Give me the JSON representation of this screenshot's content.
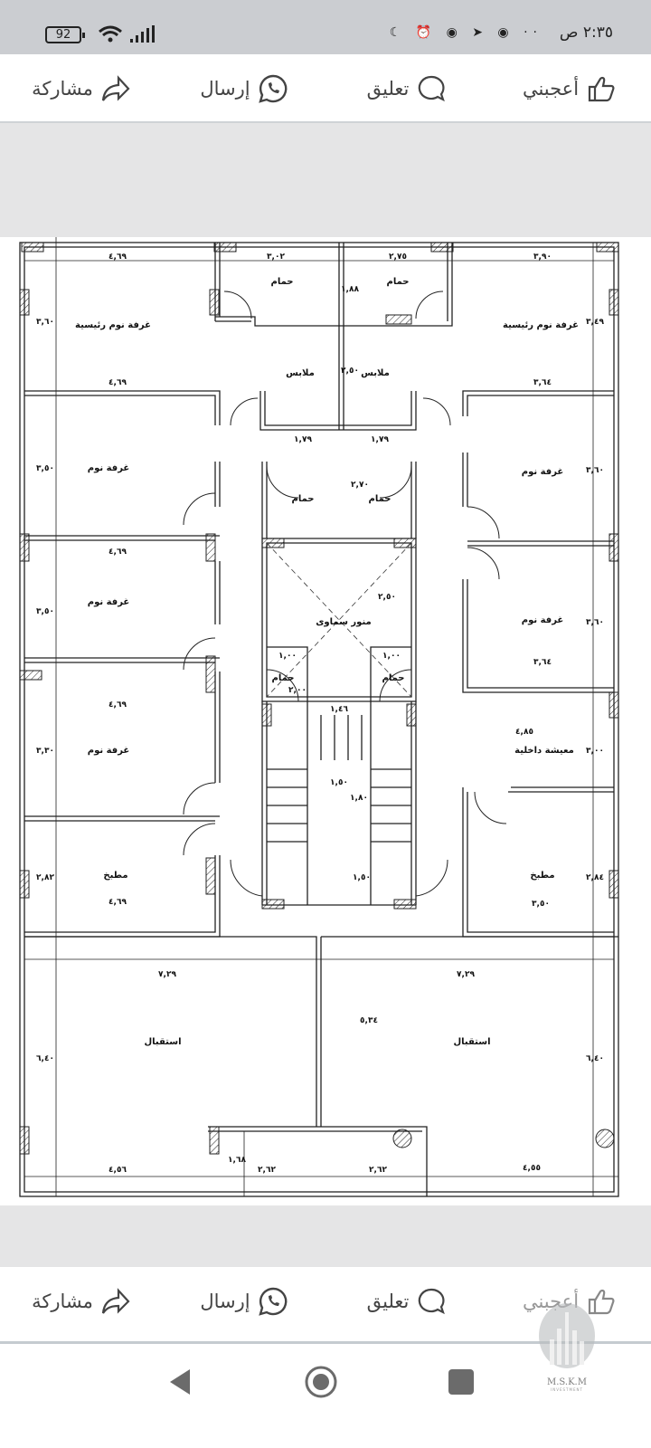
{
  "status_bar": {
    "time": "٢:٣٥ ص",
    "battery": "92",
    "icons": [
      "moon-icon",
      "alarm-icon",
      "imo-icon",
      "telegram-icon",
      "imo-icon",
      "more-dots"
    ]
  },
  "actions": {
    "like": "أعجبني",
    "comment": "تعليق",
    "send": "إرسال",
    "share": "مشاركة"
  },
  "plan": {
    "rooms": {
      "master_bedroom": "غرفة نوم رئيسية",
      "bathroom": "حمام",
      "closet": "ملابس",
      "bedroom": "غرفة نوم",
      "skylight": "منور سماوى",
      "living": "معيشة داخلية",
      "kitchen": "مطبخ",
      "reception": "استقبال"
    },
    "dims": {
      "d469": "٤,٦٩",
      "d302": "٣,٠٢",
      "d275": "٢,٧٥",
      "d390": "٣,٩٠",
      "d188": "١,٨٨",
      "d250": "٢,٥٠",
      "d270": "٢,٧٠",
      "d360": "٣,٦٠",
      "d349": "٣,٤٩",
      "d364": "٣,٦٤",
      "d179": "١,٧٩",
      "d350": "٣,٥٠",
      "d100": "١,٠٠",
      "d200": "٢,٠٠",
      "d146": "١,٤٦",
      "d330": "٣,٣٠",
      "d485": "٤,٨٥",
      "d300": "٣,٠٠",
      "d150": "١,٥٠",
      "d180": "١,٨٠",
      "d282": "٢,٨٢",
      "d284": "٢,٨٤",
      "d729": "٧,٢٩",
      "d534": "٥,٣٤",
      "d640": "٦,٤٠",
      "d456": "٤,٥٦",
      "d168": "١,٦٨",
      "d262": "٢,٦٢",
      "d455": "٤,٥٥"
    }
  },
  "watermark": {
    "name": "M.S.K.M",
    "sub": "INVESTMENT"
  }
}
